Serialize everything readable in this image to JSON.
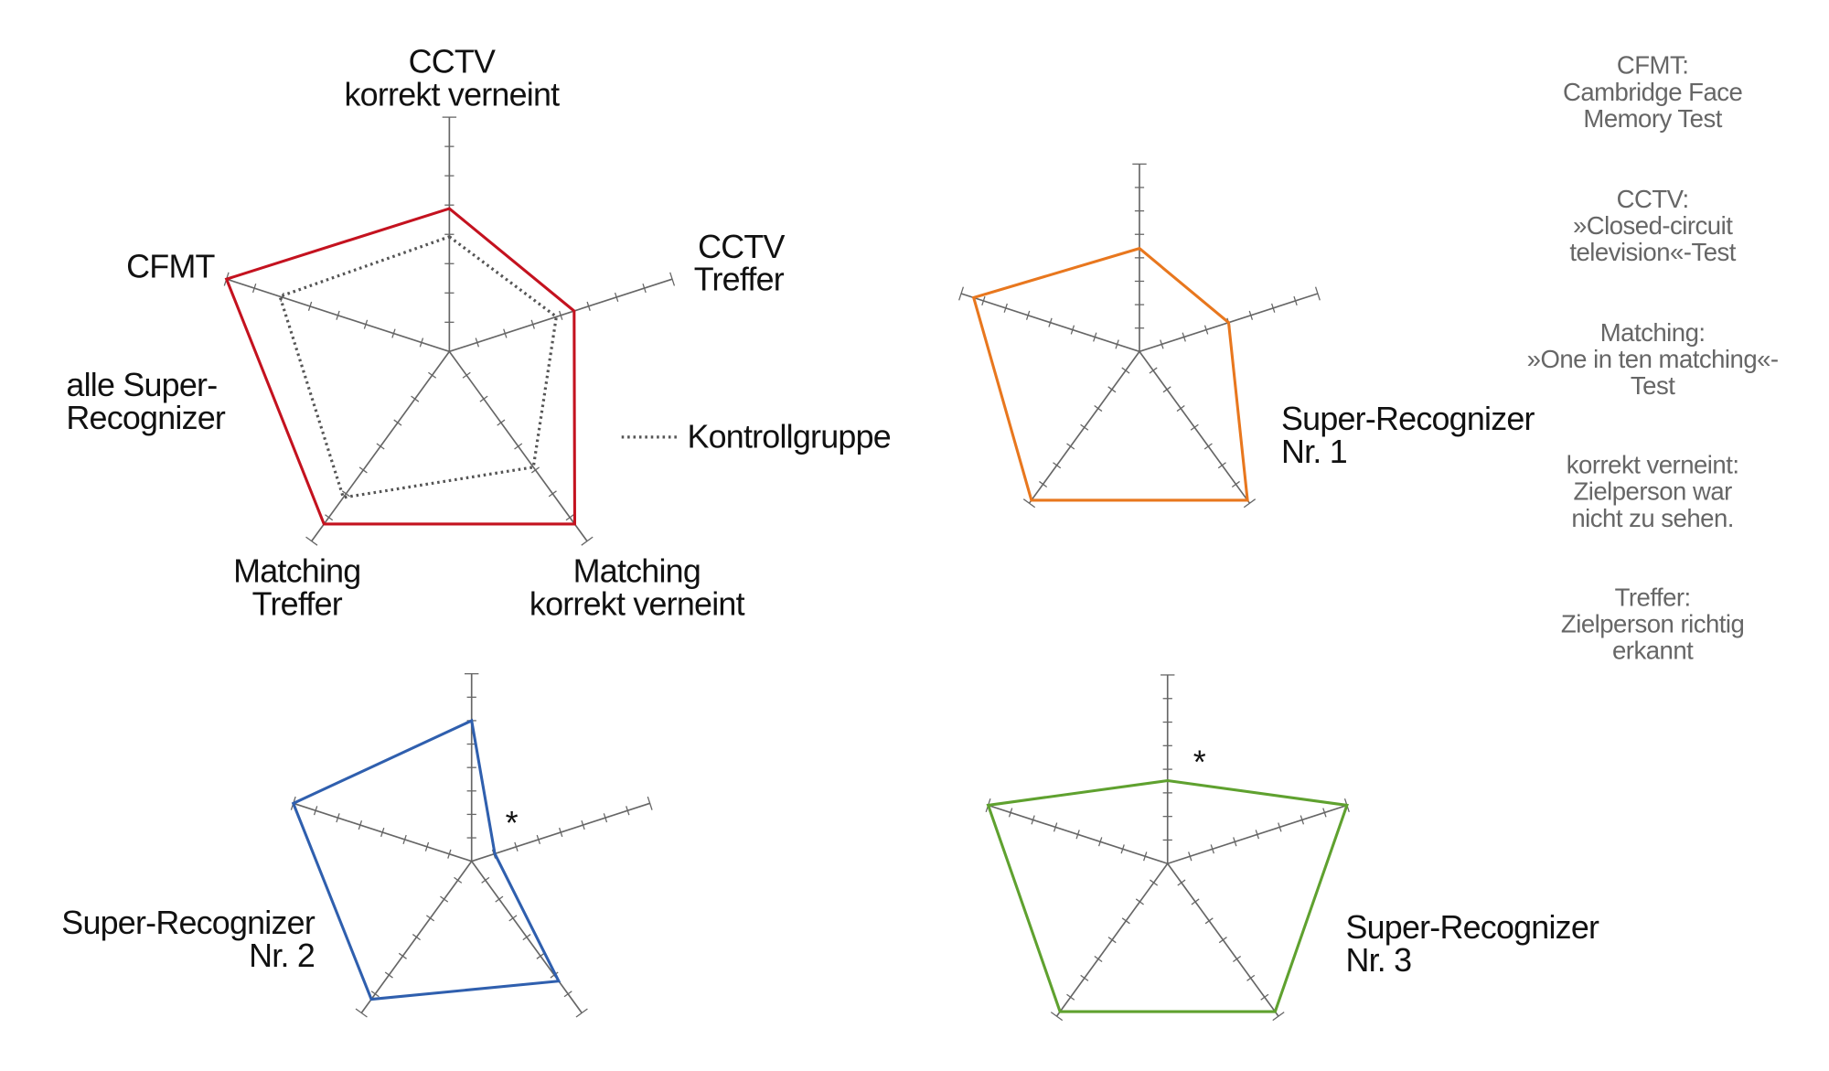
{
  "axes": [
    "CCTV korrekt verneint",
    "CCTV Treffer",
    "Matching korrekt verneint",
    "Matching Treffer",
    "CFMT"
  ],
  "axis_labels": {
    "cctv_kv": [
      "CCTV",
      "korrekt verneint"
    ],
    "cctv_t": [
      "CCTV",
      "Treffer"
    ],
    "match_kv": [
      "Matching",
      "korrekt verneint"
    ],
    "match_t": [
      "Matching",
      "Treffer"
    ],
    "cfmt": [
      "CFMT"
    ]
  },
  "legend": {
    "control": "Kontrollgruppe"
  },
  "notes": [
    [
      "CFMT:",
      "Cambridge Face",
      "Memory Test"
    ],
    [
      "CCTV:",
      "»Closed-circuit",
      "television«-Test"
    ],
    [
      "Matching:",
      "»One in ten matching«-",
      "Test"
    ],
    [
      "korrekt verneint:",
      "Zielperson war",
      "nicht zu sehen."
    ],
    [
      "Treffer:",
      "Zielperson richtig",
      "erkannt"
    ]
  ],
  "colors": {
    "all": "#c4121f",
    "control": "#555555",
    "sr1": "#e8771e",
    "sr1_text": "#d4761c",
    "sr2": "#2f5fae",
    "sr2_text": "#0f3f66",
    "sr3": "#5fa12f",
    "sr3_text": "#3d9a2a",
    "axis": "#666666"
  },
  "chart_data": [
    {
      "type": "radar",
      "name": "alle Super-Recognizer",
      "label": [
        "alle Super-",
        "Recognizer"
      ],
      "axis_max": 1,
      "ticks": 8,
      "series": [
        {
          "name": "alle Super-Recognizer",
          "values": [
            0.61,
            0.56,
            0.91,
            0.91,
            1.0
          ],
          "style": "solid"
        },
        {
          "name": "Kontrollgruppe",
          "values": [
            0.49,
            0.48,
            0.61,
            0.77,
            0.76
          ],
          "style": "dotted"
        }
      ]
    },
    {
      "type": "radar",
      "name": "Super-Recognizer Nr. 1",
      "label": [
        "Super-Recognizer",
        "Nr. 1"
      ],
      "axis_max": 1,
      "ticks": 8,
      "series": [
        {
          "name": "Super-Recognizer Nr. 1",
          "values": [
            0.55,
            0.5,
            0.98,
            0.98,
            0.93
          ],
          "style": "solid"
        }
      ]
    },
    {
      "type": "radar",
      "name": "Super-Recognizer Nr. 2",
      "label": [
        "Super-Recognizer",
        "Nr. 2"
      ],
      "axis_max": 1,
      "ticks": 8,
      "annotation": "*",
      "series": [
        {
          "name": "Super-Recognizer Nr. 2",
          "values": [
            0.75,
            0.13,
            0.79,
            0.91,
            1.0
          ],
          "style": "solid"
        }
      ]
    },
    {
      "type": "radar",
      "name": "Super-Recognizer Nr. 3",
      "label": [
        "Super-Recognizer",
        "Nr. 3"
      ],
      "axis_max": 1,
      "ticks": 8,
      "annotation": "*",
      "series": [
        {
          "name": "Super-Recognizer Nr. 3",
          "values": [
            0.44,
            1.0,
            0.97,
            0.97,
            1.0
          ],
          "style": "solid"
        }
      ]
    }
  ]
}
